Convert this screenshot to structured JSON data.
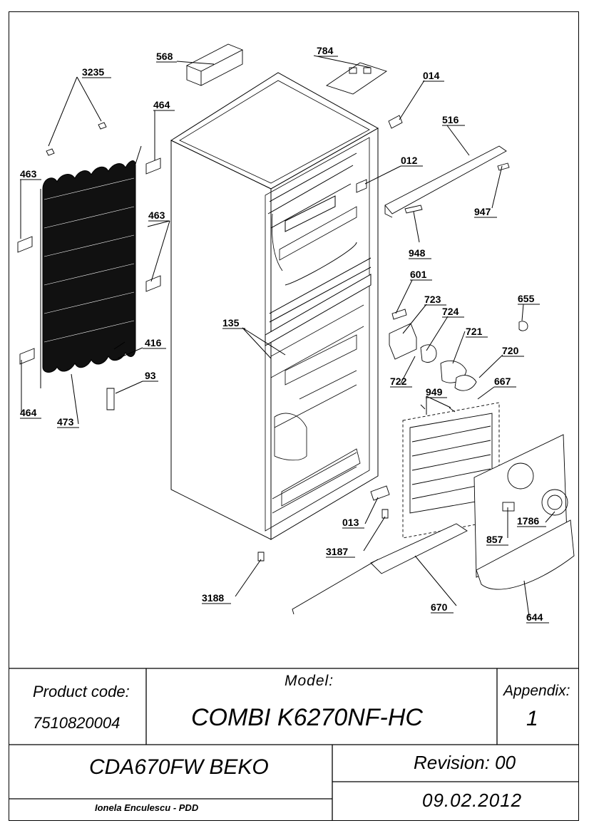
{
  "labels": {
    "p568": "568",
    "p784": "784",
    "p3235": "3235",
    "p014": "014",
    "p464a": "464",
    "p516": "516",
    "p012": "012",
    "p463a": "463",
    "p463b": "463",
    "p947": "947",
    "p948": "948",
    "p601": "601",
    "p723": "723",
    "p655": "655",
    "p724": "724",
    "p721": "721",
    "p135": "135",
    "p416": "416",
    "p720": "720",
    "p93": "93",
    "p722": "722",
    "p667": "667",
    "p949": "949",
    "p464b": "464",
    "p473": "473",
    "p013": "013",
    "p857": "857",
    "p1786": "1786",
    "p3187": "3187",
    "p3188": "3188",
    "p670": "670",
    "p644": "644"
  },
  "title_block": {
    "product_code_label": "Product code:",
    "product_code": "7510820004",
    "model_label": "Model:",
    "model": "COMBI K6270NF-HC",
    "appendix_label": "Appendix:",
    "appendix": "1",
    "product_name": "CDA670FW BEKO",
    "revision": "Revision: 00",
    "author": "Ionela Enculescu - PDD",
    "date": "09.02.2012"
  }
}
